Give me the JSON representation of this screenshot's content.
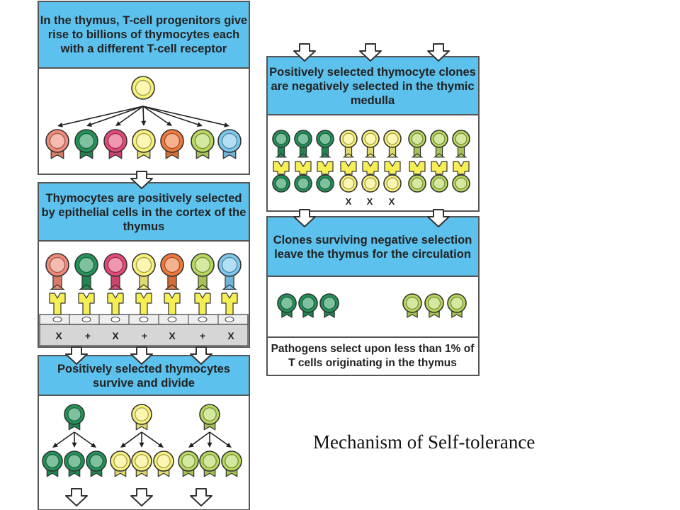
{
  "panels": {
    "progenitors": {
      "title": "In the thymus, T-cell progenitors give rise to billions of thymocytes each with a different T-cell receptor"
    },
    "positive_selection": {
      "title": "Thymocytes are positively selected by epithelial cells in the cortex of the thymus",
      "marks": [
        "X",
        "+",
        "X",
        "+",
        "X",
        "+",
        "X"
      ]
    },
    "survive": {
      "title": "Positively selected thymocytes survive and divide"
    },
    "negative_selection": {
      "title": "Positively selected thymocyte clones are negatively selected in the thymic medulla",
      "marks": [
        "X",
        "X",
        "X"
      ]
    },
    "circulation": {
      "title": "Clones surviving negative selection leave the thymus for the circulation"
    },
    "pathogens": {
      "text": "Pathogens select upon less than 1% of T cells originating in the thymus"
    }
  },
  "caption": "Mechanism  of Self-tolerance",
  "colors": {
    "panel_blue": "#5cc1ec",
    "salmon": "#f08a76",
    "dark_green": "#23935a",
    "magenta": "#e34a77",
    "yellow": "#f8f27a",
    "orange": "#f07a3c",
    "lime": "#b7d85c",
    "sky": "#7cc8ee",
    "epithelial_yellow": "#f6ee55",
    "cortex_gray": "#d6d6d6"
  }
}
